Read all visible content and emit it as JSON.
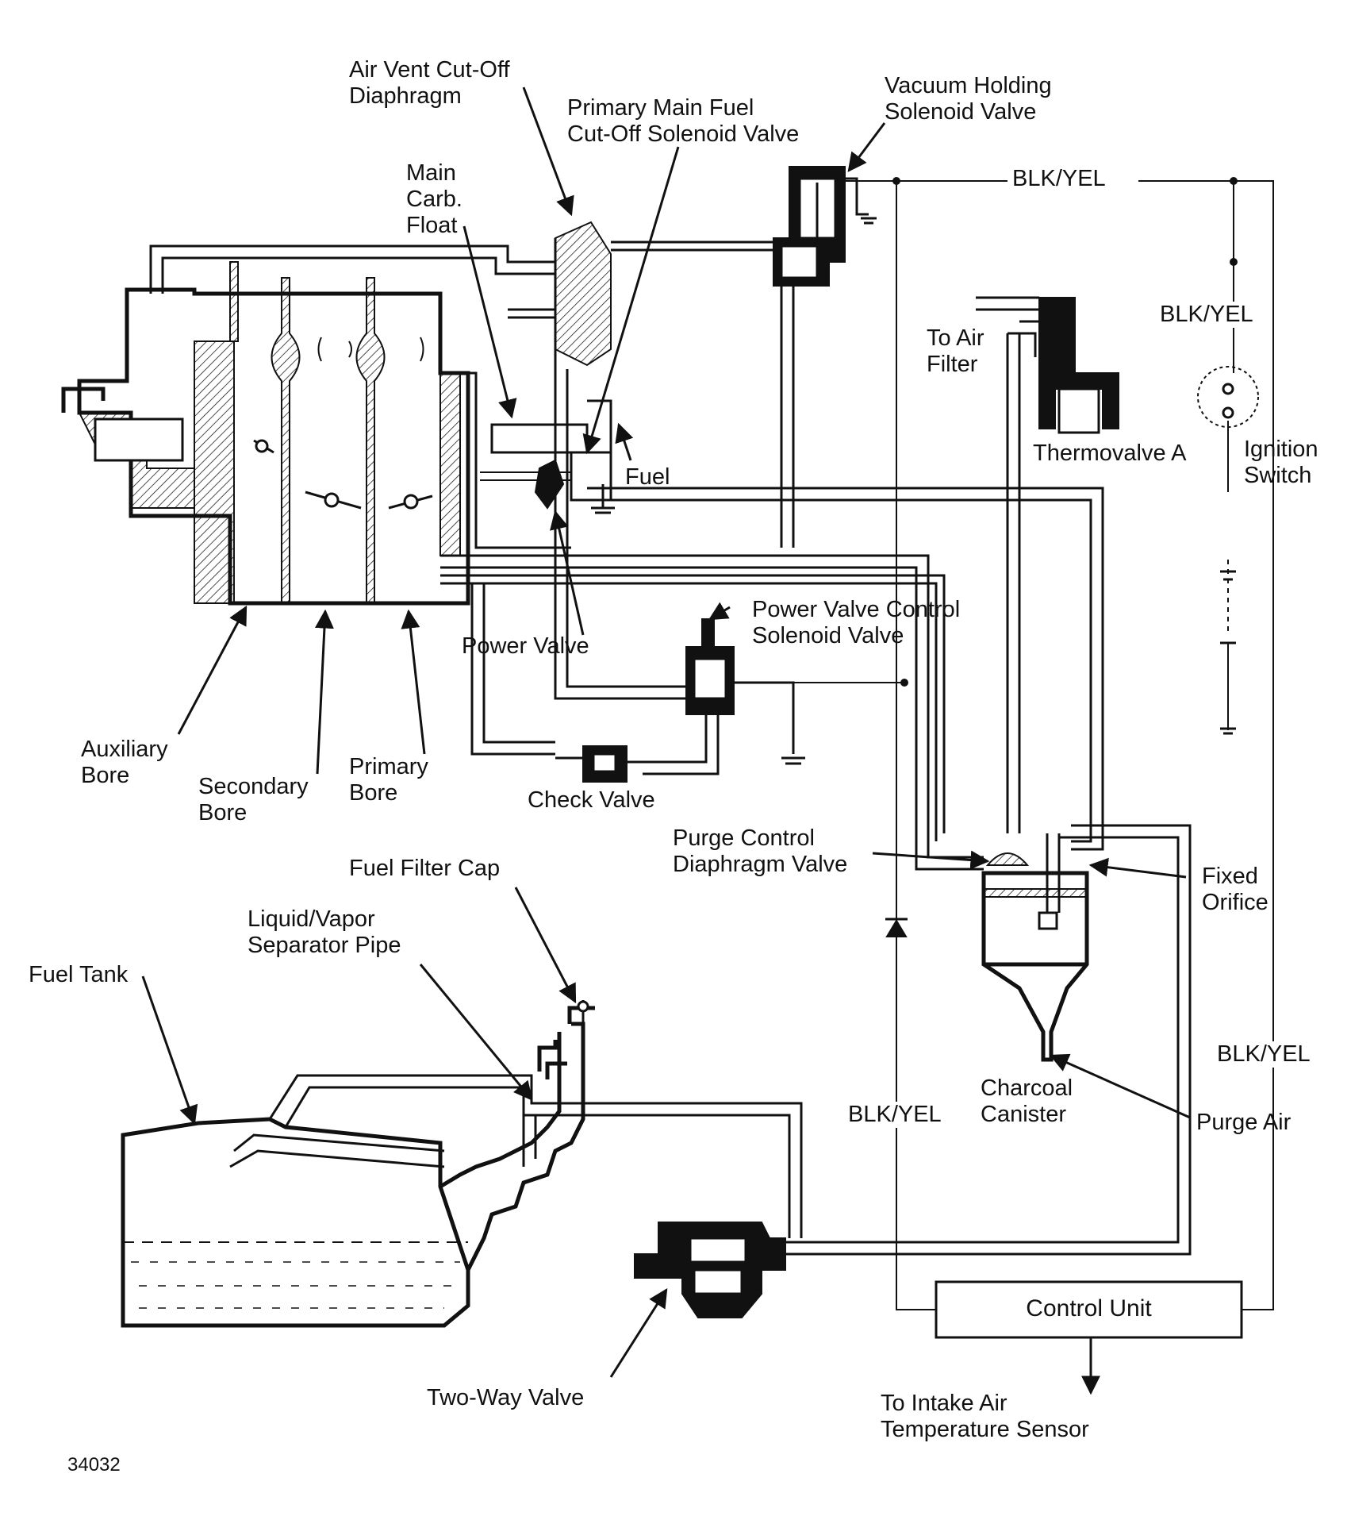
{
  "labels": {
    "air_vent": [
      "Air Vent Cut-Off",
      "Diaphragm"
    ],
    "primary_main_fuel": [
      "Primary Main Fuel",
      "Cut-Off Solenoid Valve"
    ],
    "vacuum_holding": [
      "Vacuum Holding",
      "Solenoid Valve"
    ],
    "main_carb_float": [
      "Main",
      "Carb.",
      "Float"
    ],
    "to_air_filter": [
      "To Air",
      "Filter"
    ],
    "thermovalve": [
      "Thermovalve A"
    ],
    "ignition_switch": [
      "Ignition",
      "Switch"
    ],
    "fuel": [
      "Fuel"
    ],
    "power_valve_control": [
      "Power Valve Control",
      "Solenoid Valve"
    ],
    "power_valve": [
      "Power Valve"
    ],
    "auxiliary_bore": [
      "Auxiliary",
      "Bore"
    ],
    "secondary_bore": [
      "Secondary",
      "Bore"
    ],
    "primary_bore": [
      "Primary",
      "Bore"
    ],
    "check_valve": [
      "Check Valve"
    ],
    "purge_control": [
      "Purge Control",
      "Diaphragm Valve"
    ],
    "fixed_orifice": [
      "Fixed",
      "Orifice"
    ],
    "fuel_filter_cap": [
      "Fuel Filter Cap"
    ],
    "liquid_vapor": [
      "Liquid/Vapor",
      "Separator Pipe"
    ],
    "fuel_tank": [
      "Fuel Tank"
    ],
    "charcoal_canister": [
      "Charcoal",
      "Canister"
    ],
    "purge_air": [
      "Purge Air"
    ],
    "two_way_valve": [
      "Two-Way Valve"
    ],
    "to_intake": [
      "To Intake Air",
      "Temperature Sensor"
    ],
    "control_unit": "Control Unit",
    "figure_number": "34032"
  },
  "wire_labels": {
    "top": "BLK/YEL",
    "right_upper": "BLK/YEL",
    "right_lower": "BLK/YEL",
    "middle": "BLK/YEL"
  }
}
